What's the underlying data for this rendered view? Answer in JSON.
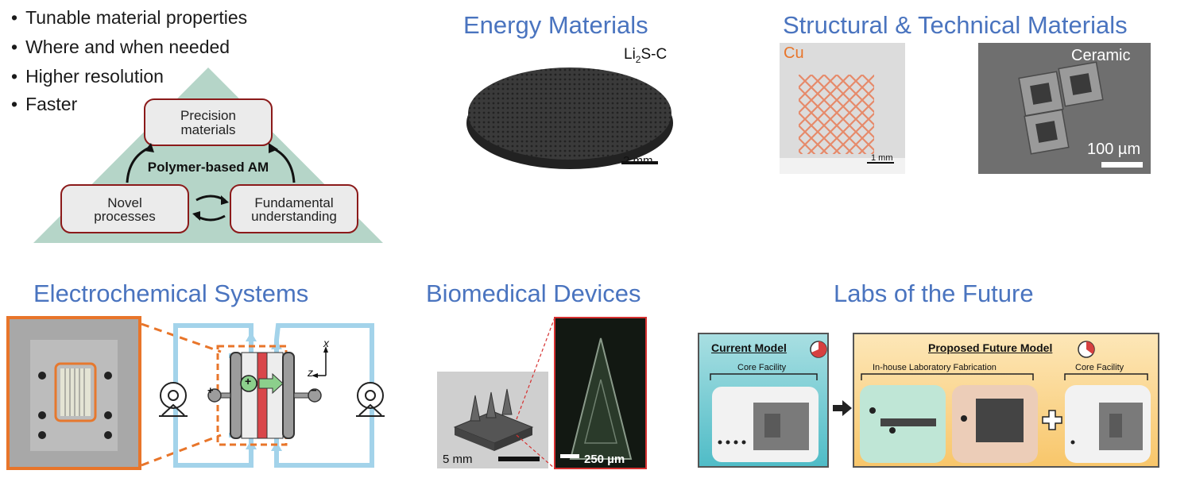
{
  "bullets": [
    "Tunable material properties",
    "Where and when needed",
    "Higher resolution",
    "Faster"
  ],
  "triangle": {
    "top_box": [
      "Precision",
      "materials"
    ],
    "center_label": "Polymer-based AM",
    "left_box": [
      "Novel",
      "processes"
    ],
    "right_box": [
      "Fundamental",
      "understanding"
    ]
  },
  "sections": {
    "energy": "Energy Materials",
    "structural": "Structural & Technical Materials",
    "electrochem": "Electrochemical Systems",
    "biomedical": "Biomedical Devices",
    "labs": "Labs of the Future"
  },
  "energy": {
    "label_main": "Li",
    "label_sub": "2",
    "label_tail": "S-C",
    "scale": "2 mm"
  },
  "structural": {
    "cu_label": "Cu",
    "cu_scale": "1 mm",
    "ceramic_label": "Ceramic",
    "ceramic_scale": "100 µm"
  },
  "electrochem": {
    "plus": "+",
    "minus": "−",
    "axis_x": "x",
    "axis_z": "z"
  },
  "biomedical": {
    "scale_left": "5 mm",
    "scale_right": "250 µm"
  },
  "labs": {
    "current_title": "Current Model",
    "current_sub": "Core Facility",
    "future_title": "Proposed Future Model",
    "future_left": "In-house Laboratory Fabrication",
    "future_right": "Core Facility"
  },
  "colors": {
    "section_blue": "#4a74bf",
    "triangle": "#b5d5c8",
    "box_border": "#8b1a1a",
    "tube": "#a3d3ea",
    "orange": "#e8752a"
  }
}
